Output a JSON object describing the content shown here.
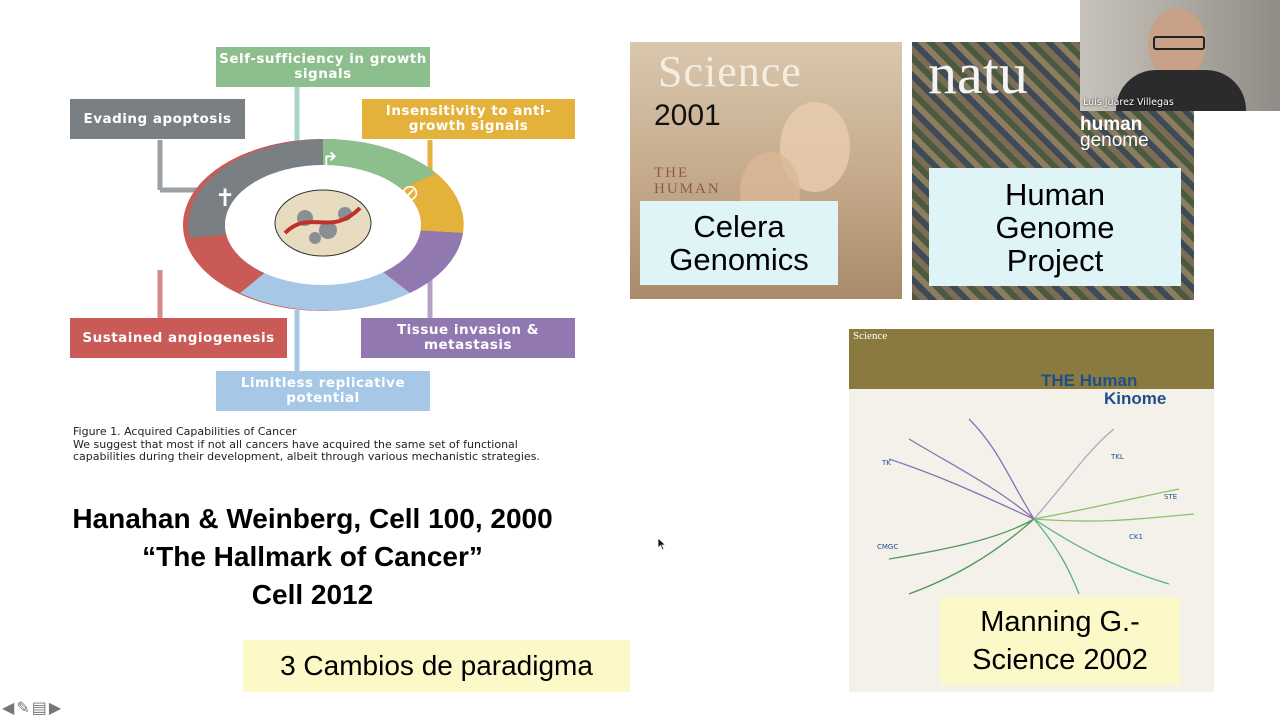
{
  "hallmarks": {
    "self_sufficiency": "Self-sufficiency in growth signals",
    "evading_apoptosis": "Evading apoptosis",
    "insensitivity": "Insensitivity to anti-growth signals",
    "angiogenesis": "Sustained angiogenesis",
    "invasion": "Tissue invasion & metastasis",
    "replicative": "Limitless replicative potential",
    "colors": {
      "green": "#8cbf8d",
      "gray": "#7a7f84",
      "yellow": "#e4b23a",
      "red": "#c95a56",
      "purple": "#9278b0",
      "blue": "#a6c8e6"
    }
  },
  "figure": {
    "title": "Figure 1.  Acquired Capabilities of Cancer",
    "text": "We suggest that most if not all cancers have acquired the same set of functional capabilities during their development, albeit through various mechanistic strategies."
  },
  "reference": {
    "line1": "Hanahan & Weinberg, Cell 100, 2000",
    "line2": "“The Hallmark of Cancer”",
    "line3": "Cell 2012"
  },
  "paradigm": "3 Cambios de paradigma",
  "science_cover": {
    "masthead": "Science",
    "year": "2001",
    "subtitle_line1": "THE",
    "subtitle_line2": "HUMAN",
    "label_line1": "Celera",
    "label_line2": "Genomics"
  },
  "nature_cover": {
    "masthead": "natu",
    "sub1": "human",
    "sub2": "genome",
    "label_line1": "Human",
    "label_line2": "Genome",
    "label_line3": "Project"
  },
  "kinome": {
    "journal": "Science",
    "title_line1": "THE Human",
    "title_line2": "Kinome",
    "groups": [
      "TK",
      "TKL",
      "STE",
      "CMGC",
      "CK1"
    ],
    "label_line1": "Manning G.-",
    "label_line2": "Science 2002"
  },
  "video": {
    "participant": "Luis Juárez Villegas"
  },
  "nav": {
    "icons": [
      "arrow-left-icon",
      "pencil-icon",
      "menu-icon",
      "arrow-right-icon"
    ]
  }
}
